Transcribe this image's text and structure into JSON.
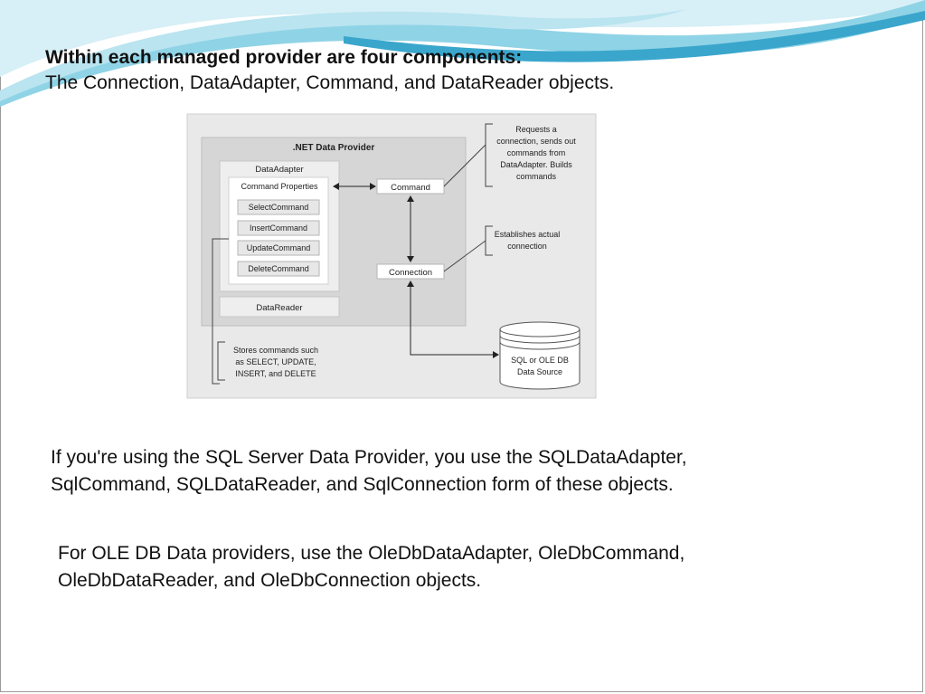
{
  "header": {
    "bold_line": "Within each managed provider are four components:",
    "normal_line": "The Connection, DataAdapter, Command, and DataReader objects."
  },
  "diagram": {
    "provider_title": ".NET Data Provider",
    "data_adapter": "DataAdapter",
    "command_properties": "Command Properties",
    "select_command": "SelectCommand",
    "insert_command": "InsertCommand",
    "update_command": "UpdateCommand",
    "delete_command": "DeleteCommand",
    "data_reader": "DataReader",
    "command": "Command",
    "connection": "Connection",
    "note_command": [
      "Requests a",
      "connection, sends out",
      "commands from",
      "DataAdapter. Builds",
      "commands"
    ],
    "note_connection": [
      "Establishes actual",
      "connection"
    ],
    "note_stores": [
      "Stores commands such",
      "as SELECT, UPDATE,",
      "INSERT, and DELETE"
    ],
    "datasource": [
      "SQL or OLE DB",
      "Data Source"
    ]
  },
  "paragraphs": {
    "sql_line1": "If you're using the SQL Server Data Provider, you use the SQLDataAdapter,",
    "sql_line2": "SqlCommand, SQLDataReader, and SqlConnection form of these objects.",
    "ole_line1": "For OLE DB Data providers, use the OleDbDataAdapter, OleDbCommand,",
    "ole_line2": "OleDbDataReader, and OleDbConnection objects."
  },
  "colors": {
    "swoosh_light": "#c9e9f2",
    "swoosh_mid": "#7ccbe0",
    "swoosh_dark": "#2f9cc4"
  }
}
